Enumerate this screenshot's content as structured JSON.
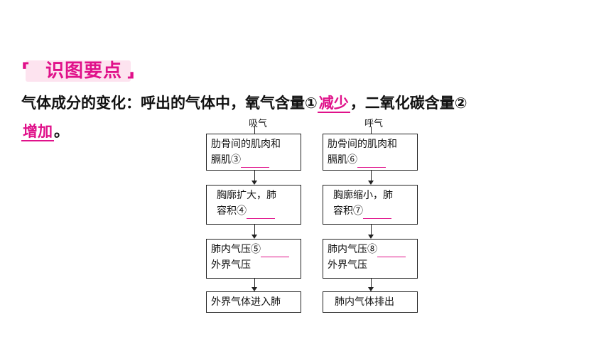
{
  "heading": {
    "title": "识图要点"
  },
  "text": {
    "line1_prefix": "气体成分的变化：呼出的气体中，氧气含量①",
    "answer1": "减少",
    "line1_suffix": "，二氧化碳含量②",
    "answer2": "增加",
    "line2_suffix": "。"
  },
  "diagram": {
    "left_header": "吸气",
    "right_header": "呼气",
    "left_boxes": [
      {
        "line1": "肋骨间的肌肉和",
        "line2": "膈肌③"
      },
      {
        "line1": "胸廓扩大，肺",
        "line2": "容积④"
      },
      {
        "line1": "肺内气压⑤",
        "line2": "外界气压"
      },
      {
        "line1": "外界气体进入肺",
        "line2": ""
      }
    ],
    "right_boxes": [
      {
        "line1": "肋骨间的肌肉和",
        "line2": "膈肌⑥"
      },
      {
        "line1": "胸廓缩小，肺",
        "line2": "容积⑦"
      },
      {
        "line1": "肺内气压⑧",
        "line2": "外界气压"
      },
      {
        "line1": "肺内气体排出",
        "line2": ""
      }
    ]
  },
  "colors": {
    "accent": "#e0118a",
    "badge_bg": "#fde3ef"
  }
}
